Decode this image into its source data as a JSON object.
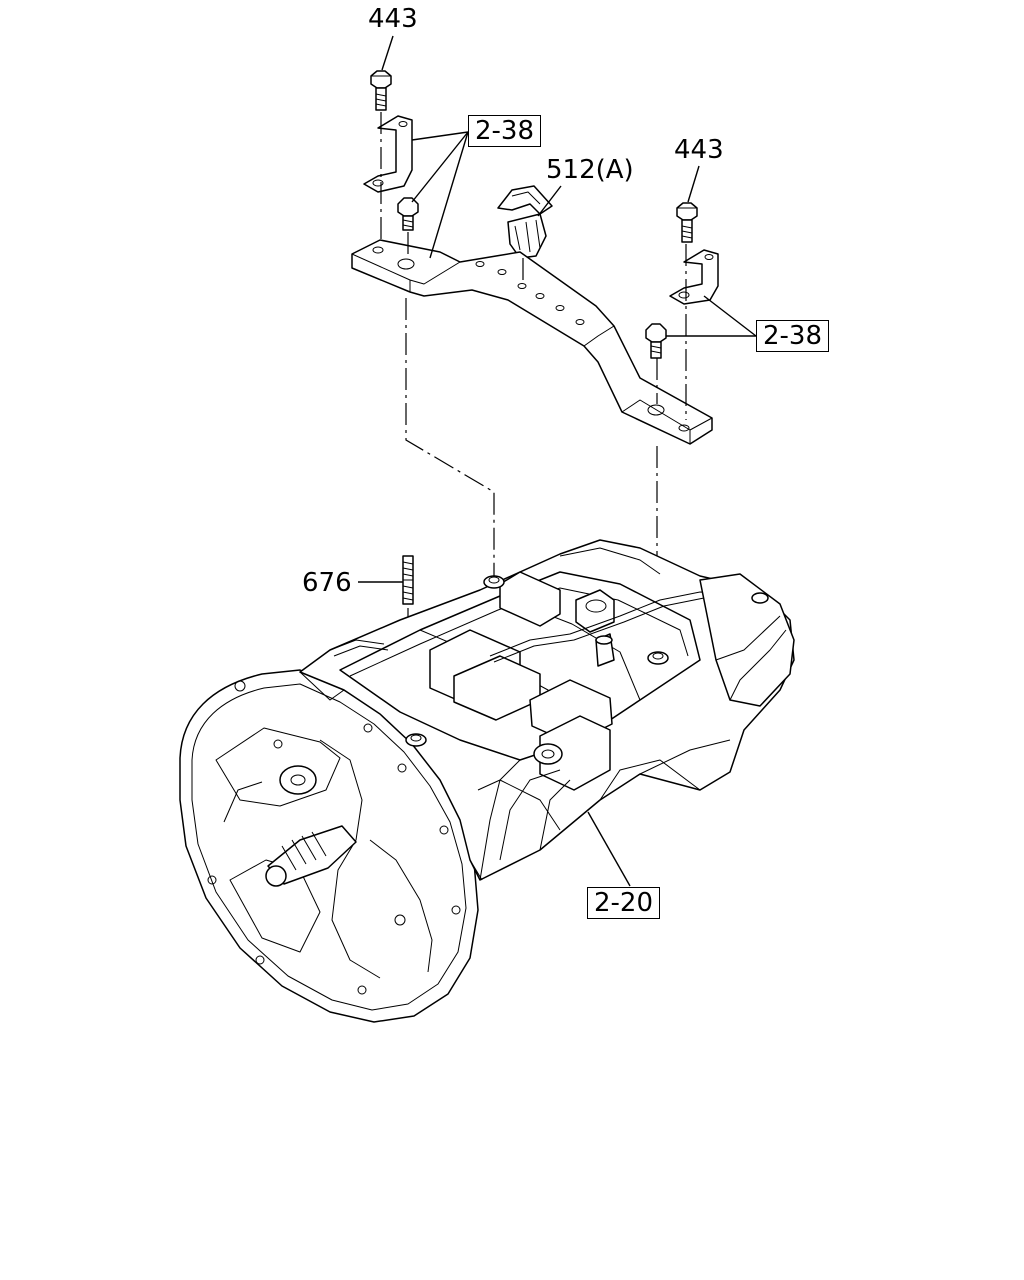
{
  "callouts": {
    "bolt_left": "443",
    "bolt_right": "443",
    "clip": "512(A)",
    "stud": "676"
  },
  "references": {
    "bracket_left": "2-38",
    "bracket_right": "2-38",
    "transmission": "2-20"
  }
}
